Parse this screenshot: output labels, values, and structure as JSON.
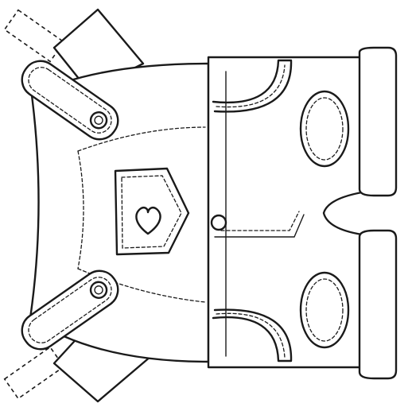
{
  "image": {
    "subject": "coloring page",
    "line_color": "#1a1a1a",
    "fill_color": "#ffffff",
    "parts": [
      "strap-tab-top",
      "strap-tab-bottom",
      "bib",
      "bib-pocket",
      "heart-icon",
      "shorts-left-leg",
      "shorts-right-leg",
      "side-button"
    ]
  }
}
